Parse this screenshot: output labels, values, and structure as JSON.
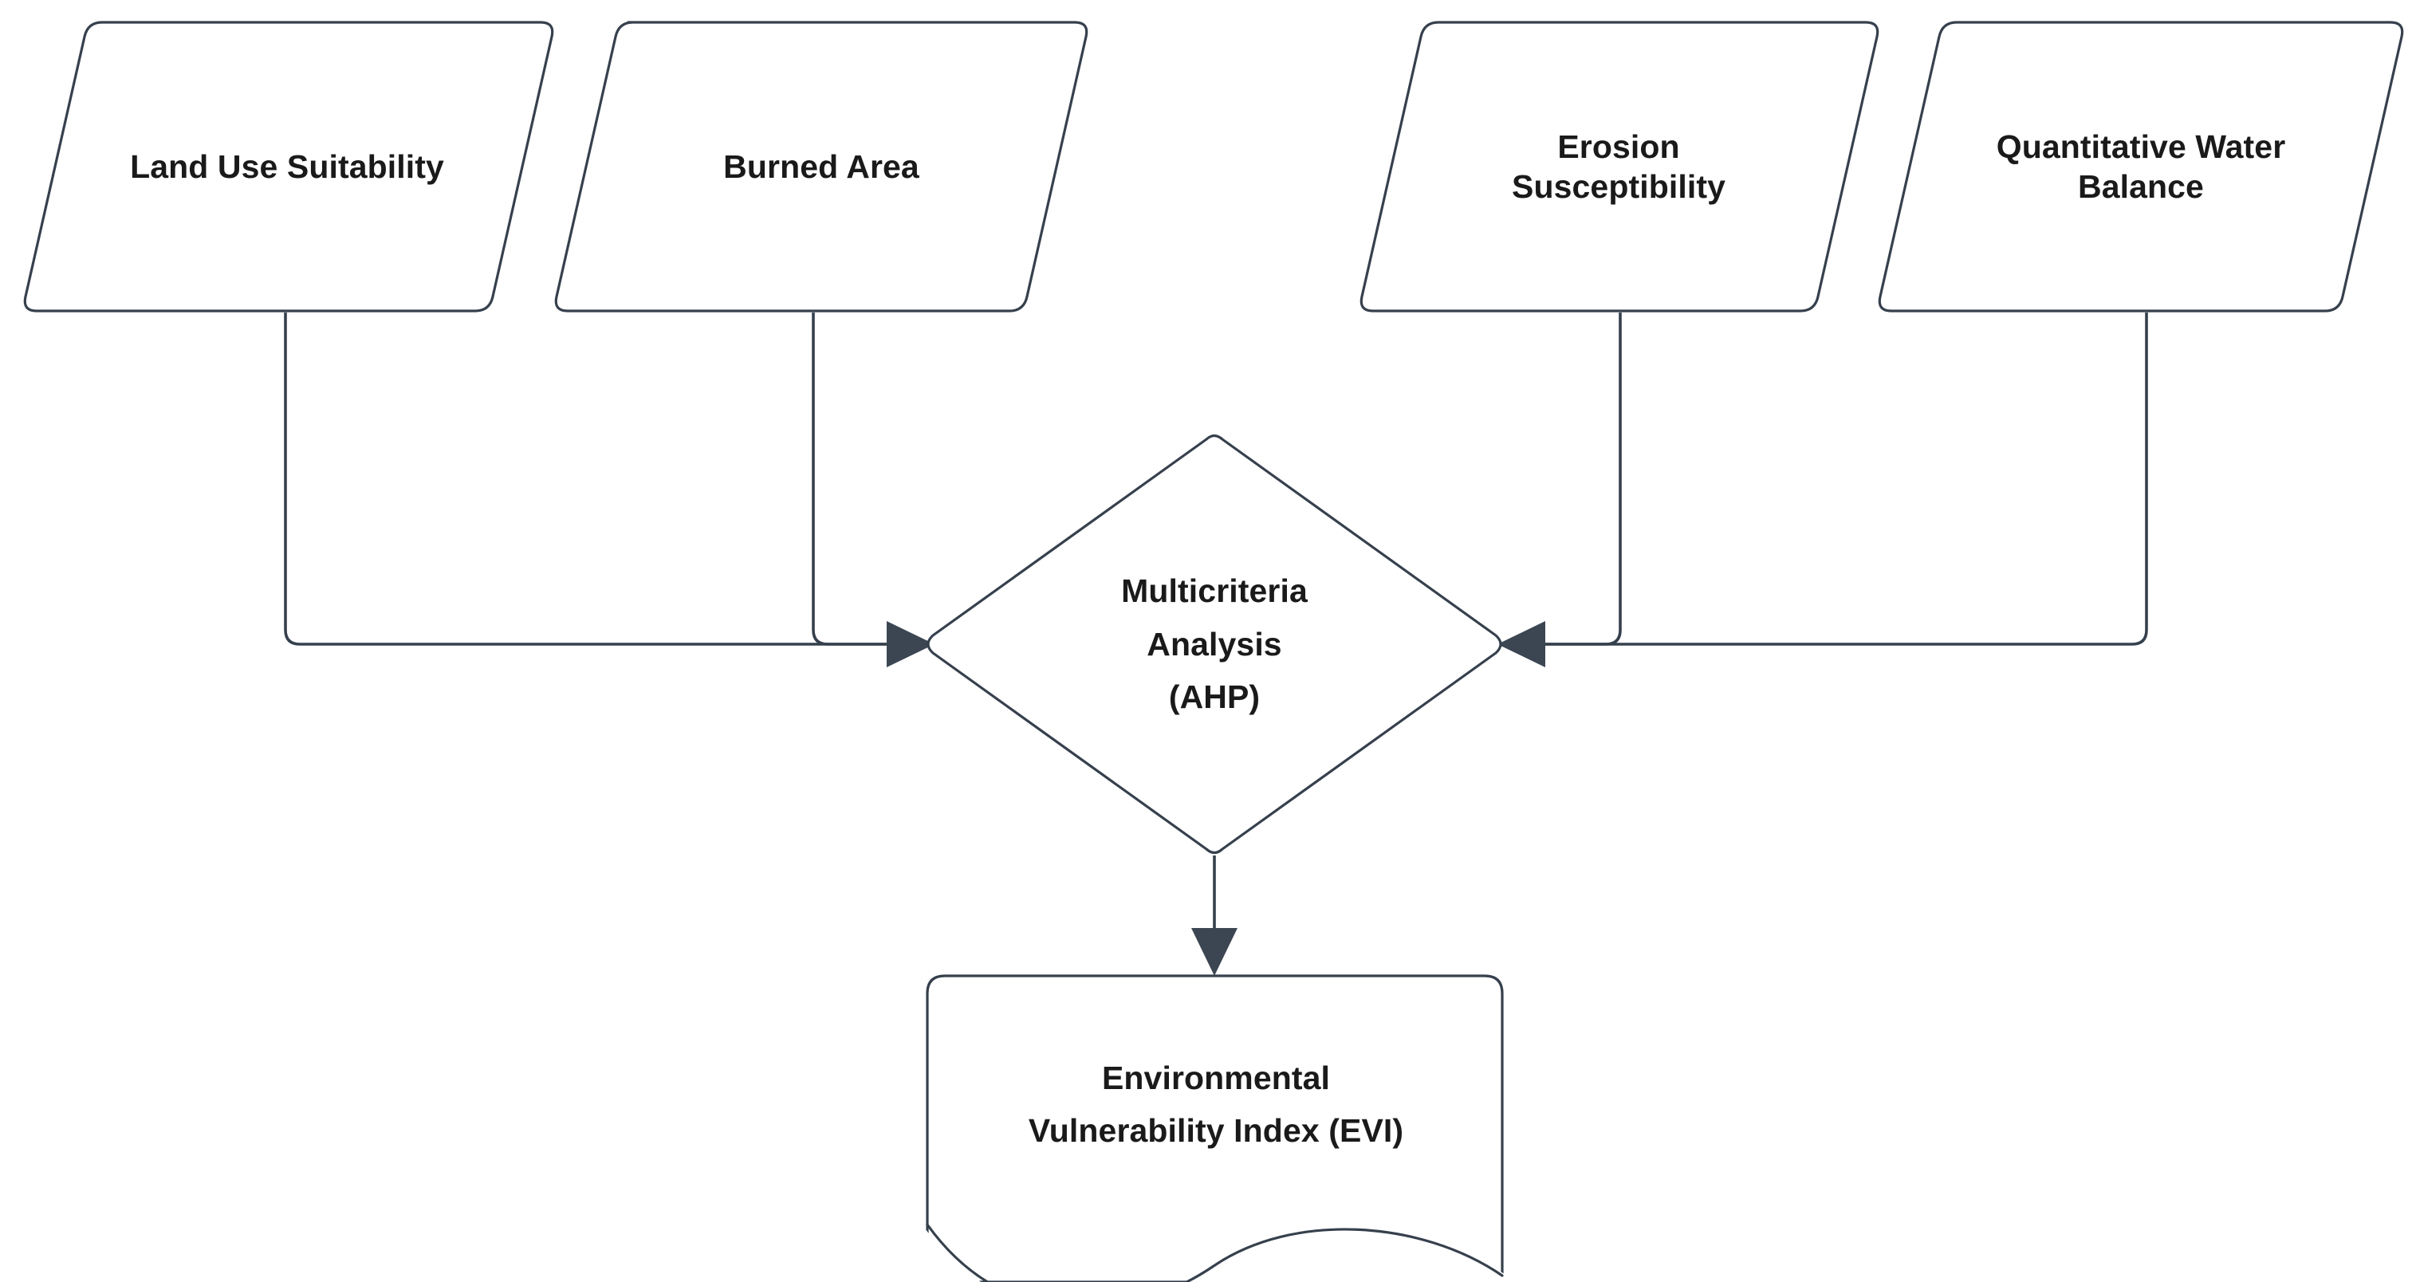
{
  "diagram": {
    "type": "flowchart",
    "orientation": "top-down",
    "background_color": "#ffffff",
    "stroke_color": "#36404d",
    "text_color": "#1a1a1a",
    "arrow_fill": "#3c4652",
    "nodes": [
      {
        "id": "land-use-suitability",
        "label": "Land Use Suitability",
        "shape": "parallelogram",
        "role": "input"
      },
      {
        "id": "burned-area",
        "label": "Burned Area",
        "shape": "parallelogram",
        "role": "input"
      },
      {
        "id": "erosion-susceptibility",
        "label": "Erosion\nSusceptibility",
        "shape": "parallelogram",
        "role": "input"
      },
      {
        "id": "quantitative-water-balance",
        "label": "Quantitative Water\nBalance",
        "shape": "parallelogram",
        "role": "input"
      },
      {
        "id": "multicriteria-analysis",
        "label": "Multicriteria\nAnalysis\n(AHP)",
        "shape": "diamond",
        "role": "process"
      },
      {
        "id": "environmental-vulnerability-index",
        "label": "Environmental\nVulnerability Index (EVI)",
        "shape": "document",
        "role": "output"
      }
    ],
    "edges": [
      {
        "from": "land-use-suitability",
        "to": "multicriteria-analysis",
        "arrow": "end"
      },
      {
        "from": "burned-area",
        "to": "multicriteria-analysis",
        "arrow": "end"
      },
      {
        "from": "erosion-susceptibility",
        "to": "multicriteria-analysis",
        "arrow": "end"
      },
      {
        "from": "quantitative-water-balance",
        "to": "multicriteria-analysis",
        "arrow": "end"
      },
      {
        "from": "multicriteria-analysis",
        "to": "environmental-vulnerability-index",
        "arrow": "end"
      }
    ]
  }
}
